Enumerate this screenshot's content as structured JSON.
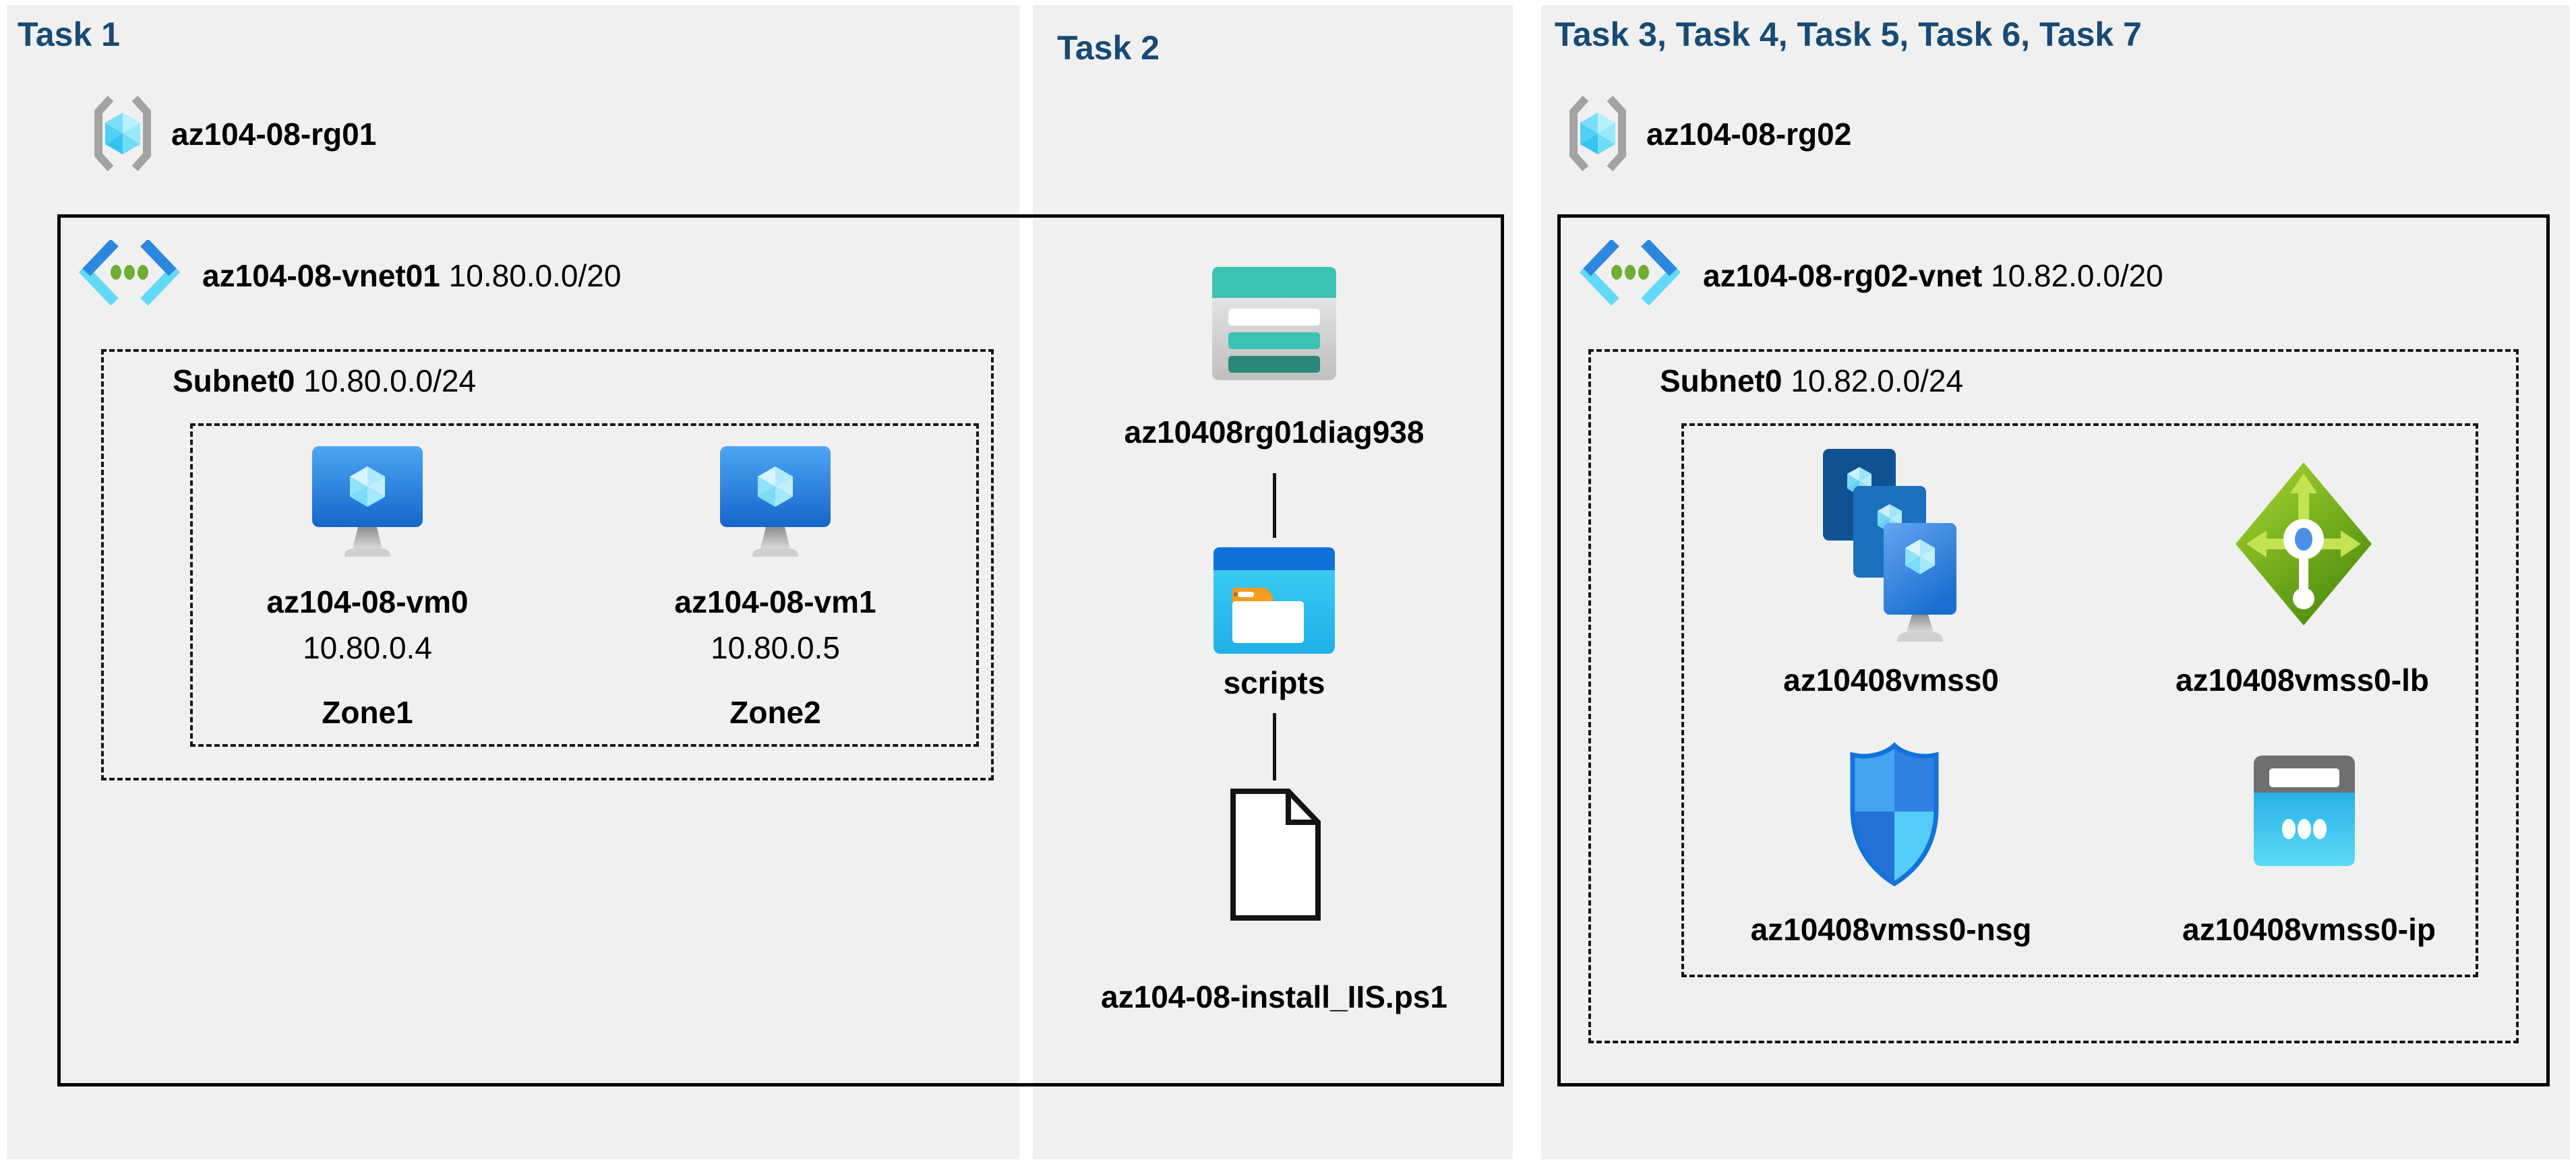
{
  "colors": {
    "page_bg": "#ffffff",
    "panel_bg": "#f0f0f0",
    "heading": "#174a74",
    "text": "#000000",
    "box_border": "#000000",
    "storage_teal": "#3cc2b1",
    "folder_blue": "#0d72d8",
    "lb_green": "#76b82a"
  },
  "task1": {
    "heading": "Task 1",
    "resource_group": "az104-08-rg01",
    "vnet_name": "az104-08-vnet01",
    "vnet_cidr": "10.80.0.0/20",
    "subnet_name": "Subnet0",
    "subnet_cidr": "10.80.0.0/24",
    "vms": [
      {
        "name": "az104-08-vm0",
        "ip": "10.80.0.4",
        "zone": "Zone1",
        "icon": "virtual-machine-icon"
      },
      {
        "name": "az104-08-vm1",
        "ip": "10.80.0.5",
        "zone": "Zone2",
        "icon": "virtual-machine-icon"
      }
    ]
  },
  "task2": {
    "heading": "Task 2",
    "storage_account": "az10408rg01diag938",
    "container": "scripts",
    "script_file": "az104-08-install_IIS.ps1",
    "icons": [
      "storage-account-icon",
      "folder-icon",
      "file-icon"
    ]
  },
  "task3": {
    "heading": "Task 3, Task 4, Task 5, Task 6, Task 7",
    "resource_group": "az104-08-rg02",
    "vnet_name": "az104-08-rg02-vnet",
    "vnet_cidr": "10.82.0.0/20",
    "subnet_name": "Subnet0",
    "subnet_cidr": "10.82.0.0/24",
    "resources": [
      {
        "name": "az10408vmss0",
        "icon": "vm-scale-set-icon"
      },
      {
        "name": "az10408vmss0-lb",
        "icon": "load-balancer-icon"
      },
      {
        "name": "az10408vmss0-nsg",
        "icon": "network-security-group-icon"
      },
      {
        "name": "az10408vmss0-ip",
        "icon": "public-ip-icon"
      }
    ]
  }
}
